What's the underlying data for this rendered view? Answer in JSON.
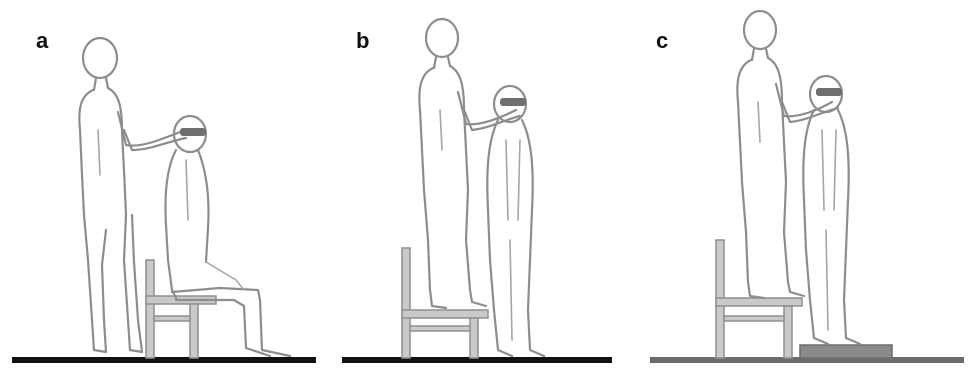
{
  "panels": [
    {
      "letter": "a"
    },
    {
      "letter": "b"
    },
    {
      "letter": "c"
    }
  ],
  "colors": {
    "floor": "#111111",
    "floor_c": "#6b6b6b",
    "outline": "#8d8d8d"
  }
}
